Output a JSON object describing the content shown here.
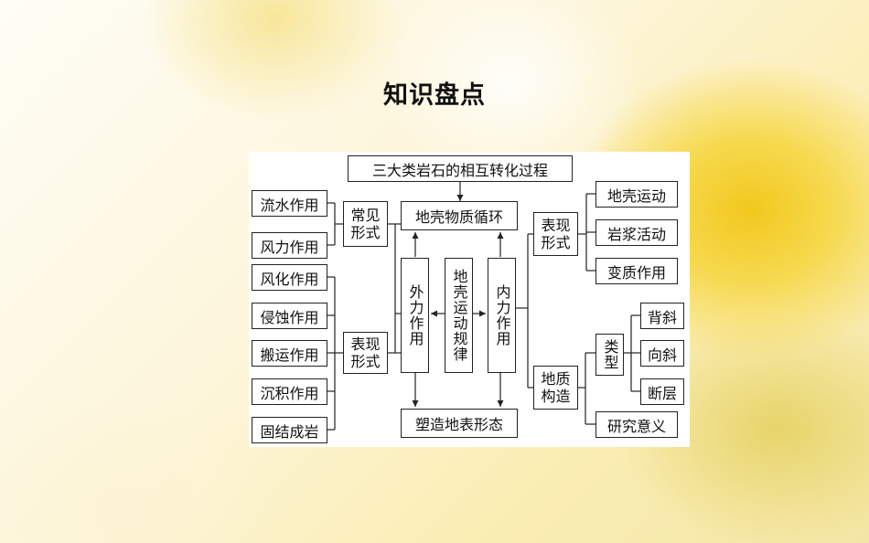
{
  "page": {
    "title": "知识盘点"
  },
  "diagram": {
    "top": "三大类岩石的相互转化过程",
    "cycle": "地壳物质循环",
    "bottom": "塑造地表形态",
    "external": "外力作用",
    "internal": "内力作用",
    "law": "地壳运动规律",
    "ext_forms_1": "常见\n形式",
    "ext_forms_2": "表现\n形式",
    "int_forms": "表现\n形式",
    "structure": "地质\n构造",
    "type": "类型",
    "left_items_top": [
      "流水作用",
      "风力作用"
    ],
    "left_items_bottom": [
      "风化作用",
      "侵蚀作用",
      "搬运作用",
      "沉积作用",
      "固结成岩"
    ],
    "right_forms": [
      "地壳运动",
      "岩浆活动",
      "变质作用"
    ],
    "types": [
      "背斜",
      "向斜",
      "断层"
    ],
    "significance": "研究意义"
  }
}
